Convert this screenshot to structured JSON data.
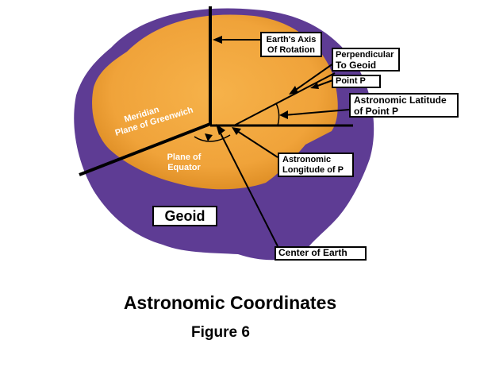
{
  "labels": {
    "axis_line1": "Earth's Axis",
    "axis_line2": "Of Rotation",
    "perp_line1": "Perpendicular",
    "perp_line2": "To Geoid",
    "point_p": "Point  P",
    "latitude_line1": "Astronomic Latitude",
    "latitude_line2": "of Point P",
    "meridian_line1": "Meridian",
    "meridian_line2": "Plane of Greenwich",
    "equator_line1": "Plane of",
    "equator_line2": "Equator",
    "longitude_line1": "Astronomic",
    "longitude_line2": "Longitude of P",
    "geoid": "Geoid",
    "center": "Center of Earth"
  },
  "caption": {
    "title": "Astronomic Coordinates",
    "figure": "Figure 6"
  },
  "colors": {
    "geoid_purple": "#5e3c94",
    "core_orange": "#f0a33a",
    "core_edge": "#d9881f",
    "ink": "#000000",
    "label_white": "#ffffff"
  }
}
